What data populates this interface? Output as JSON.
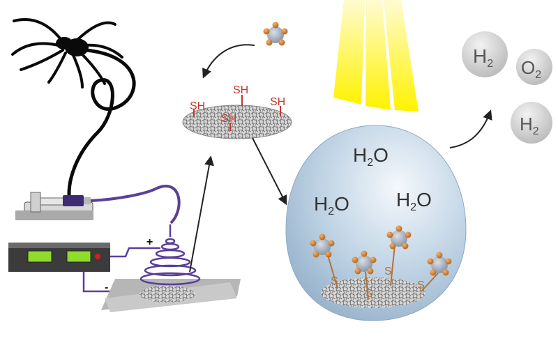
{
  "thiol_labels": [
    "SH",
    "SH",
    "SH",
    "SH"
  ],
  "polarity": {
    "positive": "+",
    "negative": "-"
  },
  "droplet_molecules": [
    {
      "base": "H",
      "sub": "2",
      "tail": "O"
    },
    {
      "base": "H",
      "sub": "2",
      "tail": "O"
    },
    {
      "base": "H",
      "sub": "2",
      "tail": "O"
    }
  ],
  "thioether_labels": [
    "S",
    "S",
    "S",
    "S"
  ],
  "products": [
    {
      "base": "H",
      "sub": "2"
    },
    {
      "base": "O",
      "sub": "2"
    },
    {
      "base": "H",
      "sub": "2"
    }
  ],
  "colors": {
    "thiol": "#c0392b",
    "catalyst_core": "#9aa6b4",
    "catalyst_bead": "#d98c3a",
    "droplet": "#b7cde0",
    "light_beam": "#fff200",
    "wire": "#5a3f9a",
    "display": "#8fdc2a"
  },
  "icons": [
    "spider-icon",
    "syringe-pump-icon",
    "power-supply-icon",
    "light-source-icon",
    "catalyst-cluster-icon"
  ]
}
